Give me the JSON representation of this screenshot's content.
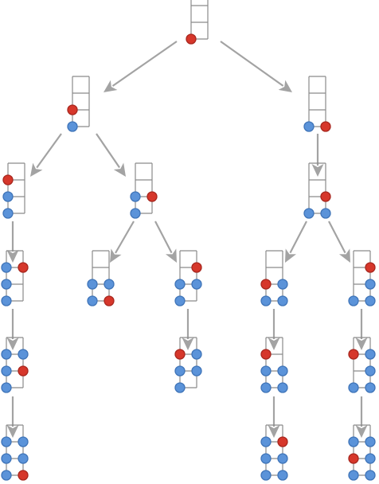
{
  "colors": {
    "visited": "#5b93d9",
    "visited_stroke": "#3f74b8",
    "current": "#d6372b",
    "current_stroke": "#a8271e",
    "grid": "#8a8a8a",
    "arrow": "#a3a3a3",
    "background": "#ffffff"
  },
  "grid": {
    "cols": 2,
    "rows": 3
  },
  "states": [
    {
      "id": "s0",
      "path": [
        [
          0,
          2
        ]
      ]
    },
    {
      "id": "s1",
      "path": [
        [
          0,
          2
        ],
        [
          0,
          1
        ]
      ]
    },
    {
      "id": "s2",
      "path": [
        [
          0,
          2
        ],
        [
          1,
          2
        ]
      ]
    },
    {
      "id": "s3",
      "path": [
        [
          0,
          2
        ],
        [
          0,
          1
        ],
        [
          0,
          0
        ]
      ]
    },
    {
      "id": "s4",
      "path": [
        [
          0,
          2
        ],
        [
          0,
          1
        ],
        [
          1,
          1
        ]
      ]
    },
    {
      "id": "s5",
      "path": [
        [
          0,
          2
        ],
        [
          1,
          2
        ],
        [
          1,
          1
        ]
      ]
    },
    {
      "id": "s6",
      "path": [
        [
          0,
          2
        ],
        [
          0,
          1
        ],
        [
          0,
          0
        ],
        [
          1,
          0
        ]
      ]
    },
    {
      "id": "s7",
      "path": [
        [
          0,
          2
        ],
        [
          0,
          1
        ],
        [
          1,
          1
        ],
        [
          1,
          2
        ]
      ]
    },
    {
      "id": "s8",
      "path": [
        [
          0,
          2
        ],
        [
          0,
          1
        ],
        [
          1,
          1
        ],
        [
          1,
          0
        ]
      ]
    },
    {
      "id": "s9",
      "path": [
        [
          0,
          2
        ],
        [
          1,
          2
        ],
        [
          1,
          1
        ],
        [
          0,
          1
        ]
      ]
    },
    {
      "id": "s10",
      "path": [
        [
          0,
          2
        ],
        [
          1,
          2
        ],
        [
          1,
          1
        ],
        [
          1,
          0
        ]
      ]
    },
    {
      "id": "s11",
      "path": [
        [
          0,
          2
        ],
        [
          0,
          1
        ],
        [
          0,
          0
        ],
        [
          1,
          0
        ],
        [
          1,
          1
        ]
      ]
    },
    {
      "id": "s12",
      "path": [
        [
          0,
          2
        ],
        [
          0,
          1
        ],
        [
          1,
          1
        ],
        [
          1,
          0
        ],
        [
          0,
          0
        ]
      ]
    },
    {
      "id": "s13",
      "path": [
        [
          0,
          2
        ],
        [
          1,
          2
        ],
        [
          1,
          1
        ],
        [
          0,
          1
        ],
        [
          0,
          0
        ]
      ]
    },
    {
      "id": "s14",
      "path": [
        [
          0,
          2
        ],
        [
          1,
          2
        ],
        [
          1,
          1
        ],
        [
          1,
          0
        ],
        [
          0,
          0
        ]
      ]
    },
    {
      "id": "s15",
      "path": [
        [
          0,
          2
        ],
        [
          0,
          1
        ],
        [
          0,
          0
        ],
        [
          1,
          0
        ],
        [
          1,
          1
        ],
        [
          1,
          2
        ]
      ]
    },
    {
      "id": "s16",
      "path": [
        [
          0,
          2
        ],
        [
          1,
          2
        ],
        [
          1,
          1
        ],
        [
          0,
          1
        ],
        [
          0,
          0
        ],
        [
          1,
          0
        ]
      ]
    },
    {
      "id": "s17",
      "path": [
        [
          0,
          2
        ],
        [
          1,
          2
        ],
        [
          1,
          1
        ],
        [
          1,
          0
        ],
        [
          0,
          0
        ],
        [
          0,
          1
        ]
      ]
    }
  ],
  "edges": [
    [
      "s0",
      "s1"
    ],
    [
      "s0",
      "s2"
    ],
    [
      "s1",
      "s3"
    ],
    [
      "s1",
      "s4"
    ],
    [
      "s2",
      "s5"
    ],
    [
      "s3",
      "s6"
    ],
    [
      "s4",
      "s7"
    ],
    [
      "s4",
      "s8"
    ],
    [
      "s5",
      "s9"
    ],
    [
      "s5",
      "s10"
    ],
    [
      "s6",
      "s11"
    ],
    [
      "s8",
      "s12"
    ],
    [
      "s9",
      "s13"
    ],
    [
      "s10",
      "s14"
    ],
    [
      "s11",
      "s15"
    ],
    [
      "s13",
      "s16"
    ],
    [
      "s14",
      "s17"
    ]
  ]
}
